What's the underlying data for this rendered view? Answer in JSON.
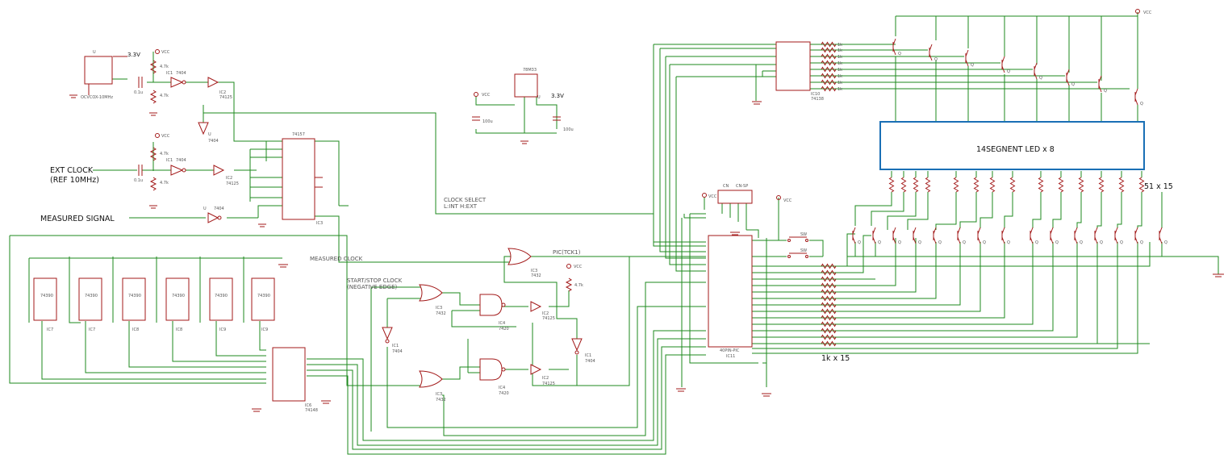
{
  "colors": {
    "wire": "#1e8a1e",
    "component": "#a31a1a",
    "display_border": "#1a6fb5",
    "text": "#111111",
    "small_text": "#555555"
  },
  "labels": {
    "u_osc": "U",
    "v33_top": "3.3V",
    "osc_name": "OCVCOX-10MHz",
    "vcc": "VCC",
    "r47": "4.7k",
    "cap01": "0.1u",
    "ic1": "IC1",
    "ic2": "IC2",
    "ic3": "IC3",
    "ic4": "IC4",
    "ic6": "IC6",
    "ic7": "IC7",
    "ic8": "IC8",
    "ic9": "IC9",
    "ic10": "IC10",
    "ic11": "IC11",
    "p7404": "7404",
    "p74125": "74125",
    "p7432": "7432",
    "p7420": "7420",
    "p74390": "74390",
    "p74148": "74148",
    "p74138": "74138",
    "p74157": "74157",
    "u": "U",
    "ext_clock": "EXT CLOCK",
    "ref10": "(REF 10MHz)",
    "measured_signal": "MEASURED SIGNAL",
    "reg_name": "78M33",
    "cap100u": "100u",
    "v33_reg": "3.3V",
    "clock_select": "CLOCK SELECT",
    "clock_select_sub": "L:INT H:EXT",
    "measured_clock": "MEASURED CLOCK",
    "pic_tck": "PIC(TCK1)",
    "start_stop": "START/STOP CLOCK",
    "negative_edge": "(NEGATIVE EDGE)",
    "pic_name": "40PIN-PIC",
    "cn": "CN",
    "cn_sp": "CN-SP",
    "sw": "SW",
    "r1k": "1k",
    "r1k_x15": "1k x 15",
    "r51_x15": "51 x 15",
    "q": "Q",
    "display": "14SEGNENT LED x 8"
  }
}
